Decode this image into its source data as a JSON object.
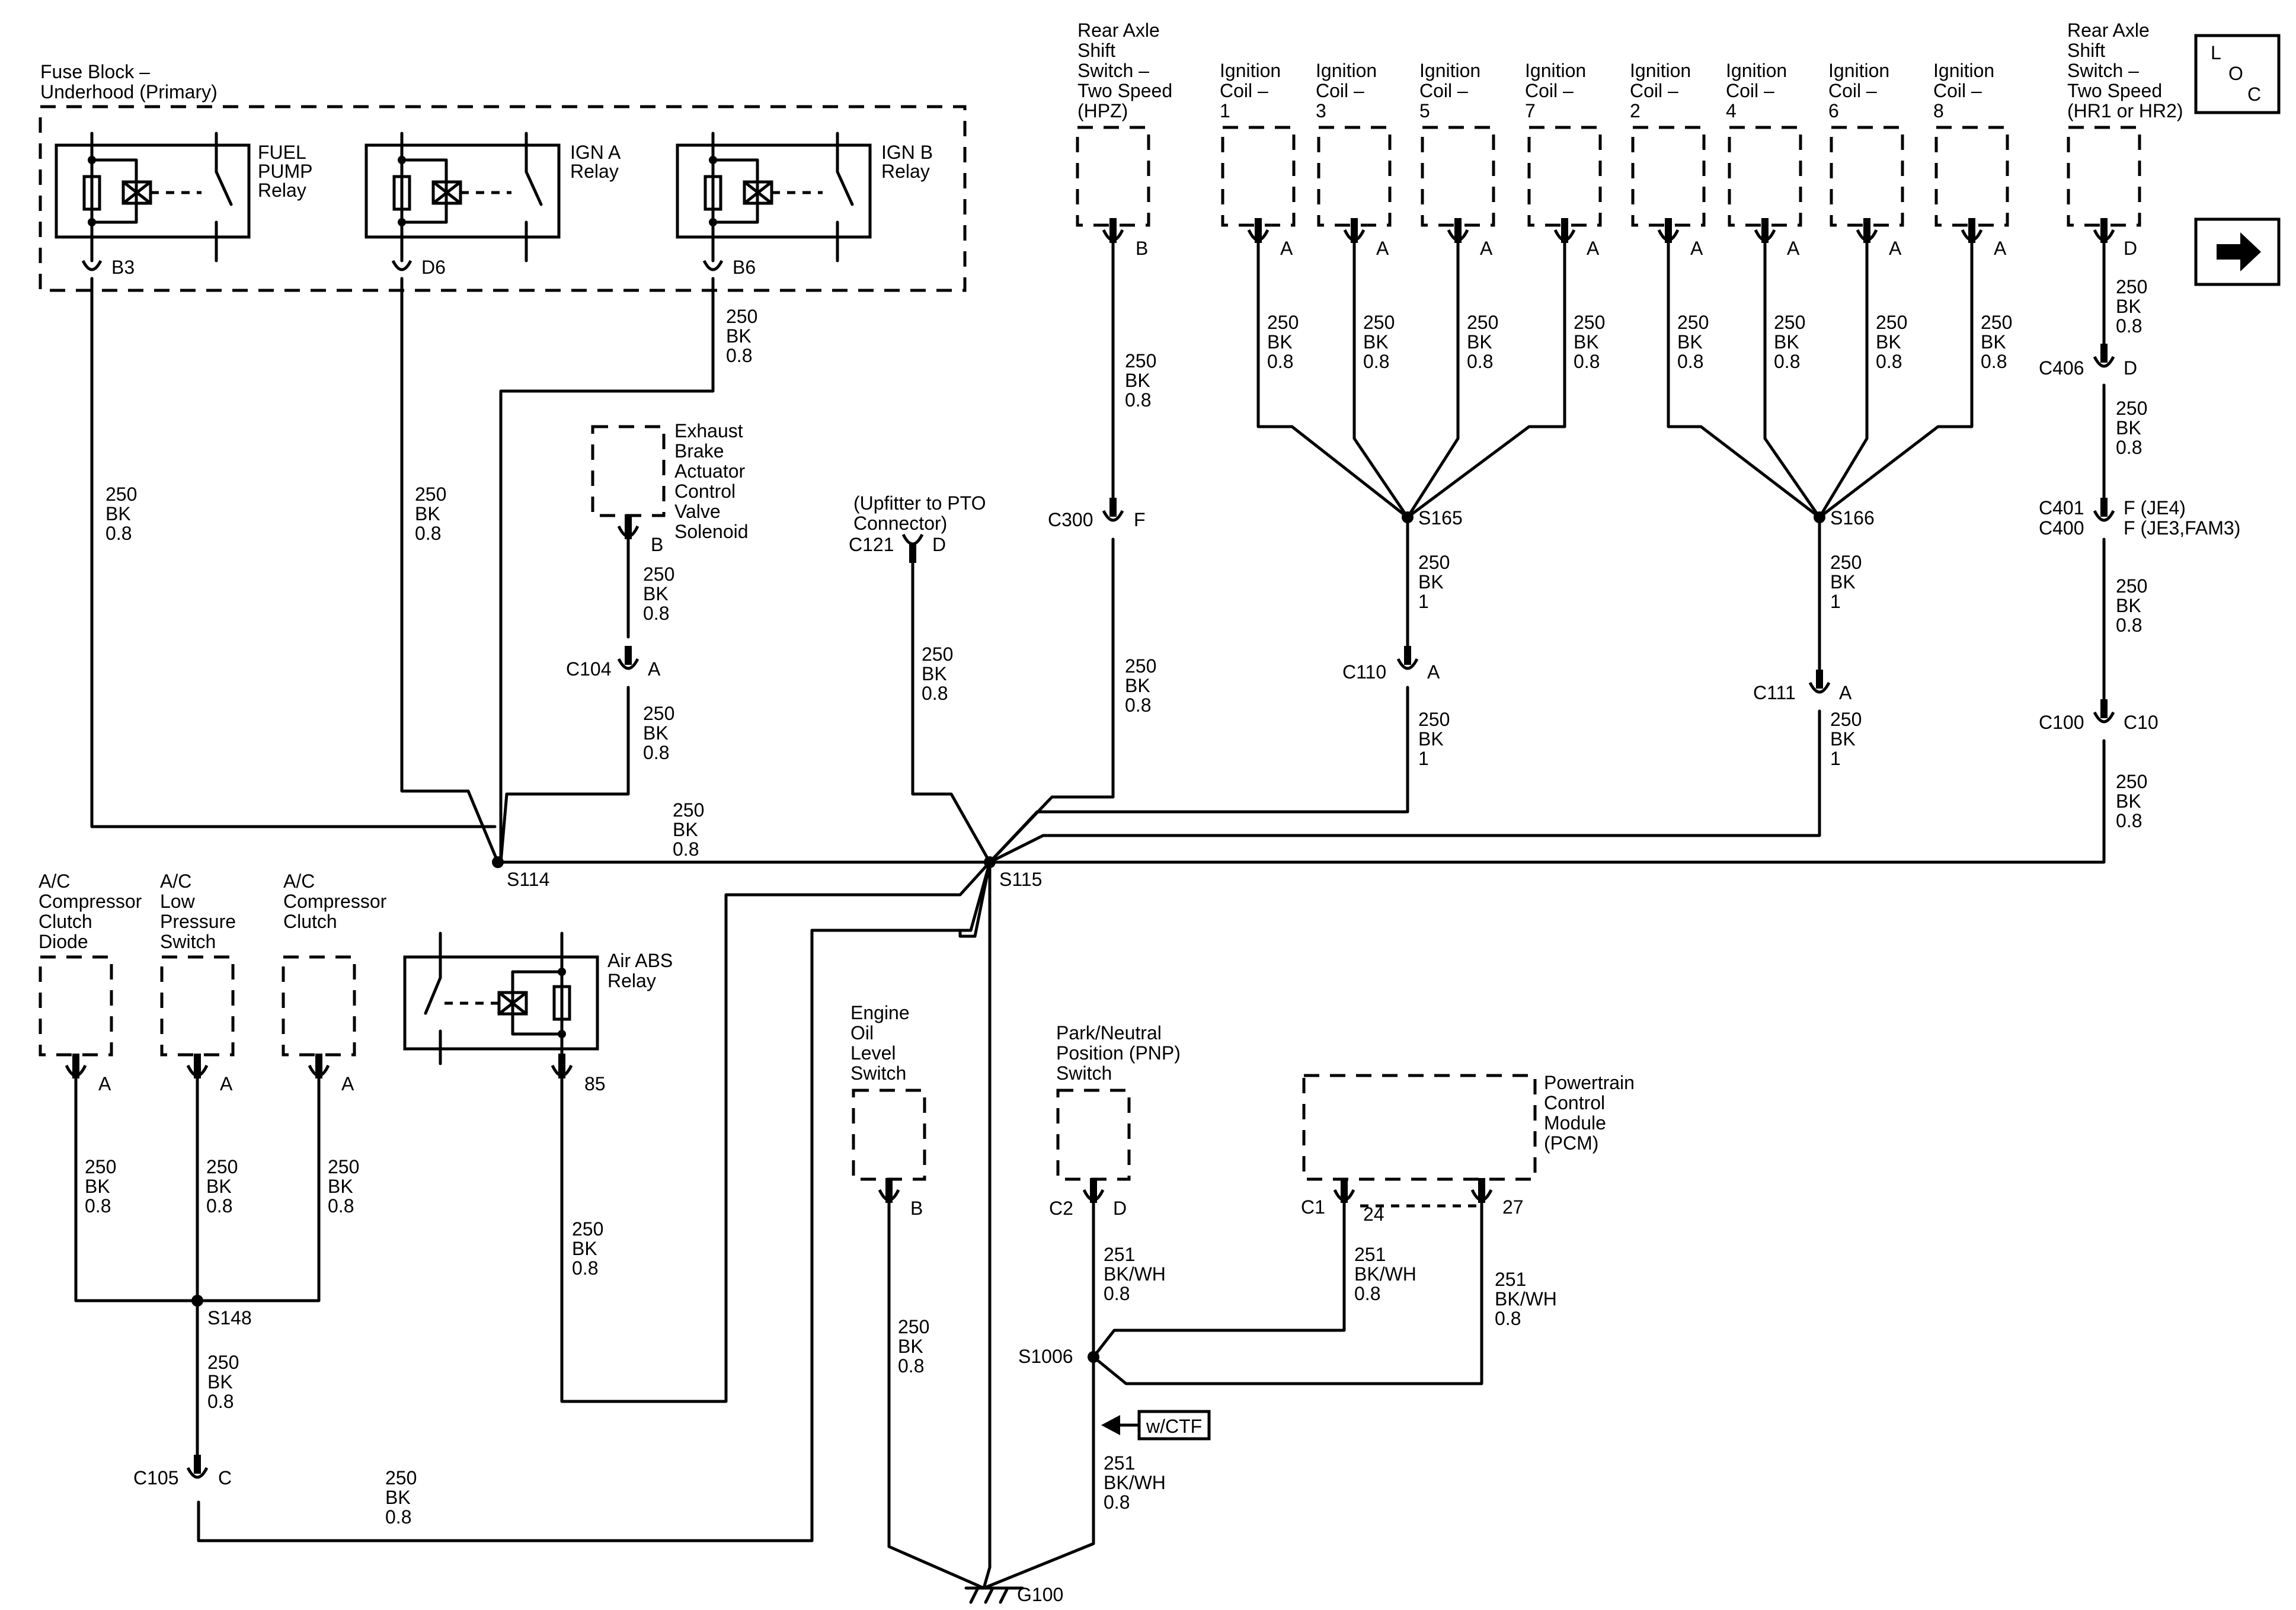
{
  "fuse_block": {
    "title_1": "Fuse Block –",
    "title_2": "Underhood (Primary)"
  },
  "relays": {
    "fuel_pump": [
      "FUEL",
      "PUMP",
      "Relay"
    ],
    "ign_a": [
      "IGN A",
      "Relay"
    ],
    "ign_b": [
      "IGN B",
      "Relay"
    ],
    "air_abs": [
      "Air ABS",
      "Relay"
    ]
  },
  "components": {
    "rear_axle_hpz": [
      "Rear Axle",
      "Shift",
      "Switch –",
      "Two Speed",
      "(HPZ)"
    ],
    "rear_axle_hr": [
      "Rear Axle",
      "Shift",
      "Switch –",
      "Two Speed",
      "(HR1 or HR2)"
    ],
    "coils": [
      [
        "Ignition",
        "Coil –",
        "1"
      ],
      [
        "Ignition",
        "Coil –",
        "3"
      ],
      [
        "Ignition",
        "Coil –",
        "5"
      ],
      [
        "Ignition",
        "Coil –",
        "7"
      ],
      [
        "Ignition",
        "Coil –",
        "2"
      ],
      [
        "Ignition",
        "Coil –",
        "4"
      ],
      [
        "Ignition",
        "Coil –",
        "6"
      ],
      [
        "Ignition",
        "Coil –",
        "8"
      ]
    ],
    "exhaust_brake": [
      "Exhaust",
      "Brake",
      "Actuator",
      "Control",
      "Valve",
      "Solenoid"
    ],
    "upfitter": [
      "(Upfitter to PTO",
      "Connector)"
    ],
    "ac_diode": [
      "A/C",
      "Compressor",
      "Clutch",
      "Diode"
    ],
    "ac_low": [
      "A/C",
      "Low",
      "Pressure",
      "Switch"
    ],
    "ac_clutch": [
      "A/C",
      "Compressor",
      "Clutch"
    ],
    "engine_oil": [
      "Engine",
      "Oil",
      "Level",
      "Switch"
    ],
    "pnp": [
      "Park/Neutral",
      "Position (PNP)",
      "Switch"
    ],
    "pcm": [
      "Powertrain",
      "Control",
      "Module",
      "(PCM)"
    ]
  },
  "pins": {
    "b3": "B3",
    "d6": "D6",
    "b6": "B6",
    "hpz": "B",
    "hr": "D",
    "coil": "A",
    "exhaust": "B",
    "c104": "A",
    "c121": "D",
    "c300": "F",
    "c110": "A",
    "c111": "A",
    "c406": "D",
    "c401": "F (JE4)",
    "c400": "F (JE3,FAM3)",
    "c100": "C10",
    "ac": "A",
    "abs": "85",
    "c105": "C",
    "oil": "B",
    "pnp": "D",
    "pcm1": "24",
    "pcm2": "27"
  },
  "connectors": {
    "c104": "C104",
    "c121": "C121",
    "c300": "C300",
    "c110": "C110",
    "c111": "C111",
    "c406": "C406",
    "c401": "C401",
    "c400": "C400",
    "c100": "C100",
    "c105": "C105",
    "c2": "C2",
    "c1": "C1"
  },
  "splices": {
    "s114": "S114",
    "s115": "S115",
    "s165": "S165",
    "s166": "S166",
    "s148": "S148",
    "s1006": "S1006"
  },
  "ground": "G100",
  "wires": {
    "bk08": [
      "250",
      "BK",
      "0.8"
    ],
    "bk1": [
      "250",
      "BK",
      "1"
    ],
    "bkwh": [
      "251",
      "BK/WH",
      "0.8"
    ]
  },
  "ctf_label": "w/CTF",
  "loc_letters": [
    "L",
    "O",
    "C"
  ]
}
